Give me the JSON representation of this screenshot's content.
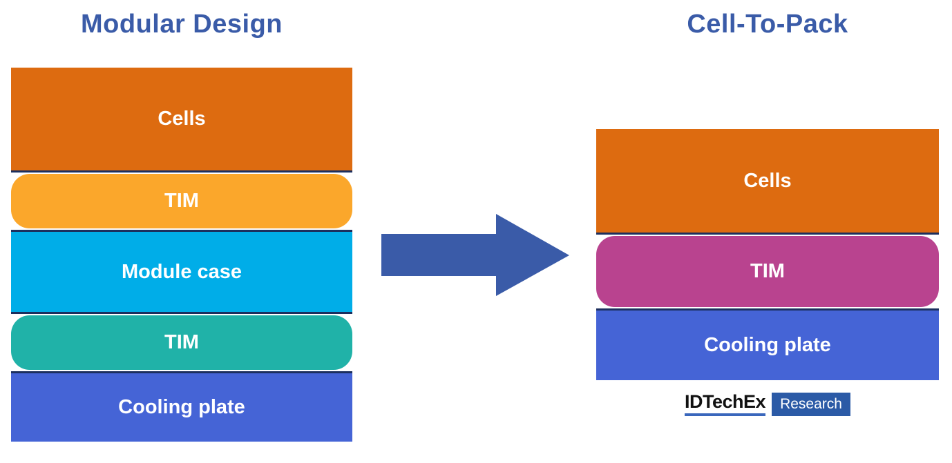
{
  "left_panel": {
    "title": "Modular Design",
    "layers": [
      {
        "label": "Cells",
        "color": "#DD6B10",
        "shape": "rect",
        "height": 149
      },
      {
        "label": "TIM",
        "color": "#FBA72B",
        "shape": "rounded",
        "height": 79
      },
      {
        "label": "Module case",
        "color": "#00ADE8",
        "shape": "rect",
        "height": 116
      },
      {
        "label": "TIM",
        "color": "#20B2A8",
        "shape": "rounded",
        "height": 79
      },
      {
        "label": "Cooling plate",
        "color": "#4564D6",
        "shape": "rect",
        "height": 99
      }
    ]
  },
  "right_panel": {
    "title": "Cell-To-Pack",
    "layers": [
      {
        "label": "Cells",
        "color": "#DD6B10",
        "shape": "rect",
        "height": 150
      },
      {
        "label": "TIM",
        "color": "#B9438F",
        "shape": "rounded",
        "height": 103
      },
      {
        "label": "Cooling plate",
        "color": "#4564D6",
        "shape": "rect",
        "height": 101
      }
    ]
  },
  "arrow": {
    "direction": "right",
    "color": "#3A5BA8"
  },
  "logo": {
    "brand": "IDTechEx",
    "badge": "Research",
    "badge_bg": "#2B5AA6",
    "underline_color": "#3A67BC"
  },
  "colors": {
    "title": "#3A5BA8",
    "divider": "#1C2F5E",
    "background": "#FFFFFF",
    "label_text": "#FFFFFF"
  }
}
